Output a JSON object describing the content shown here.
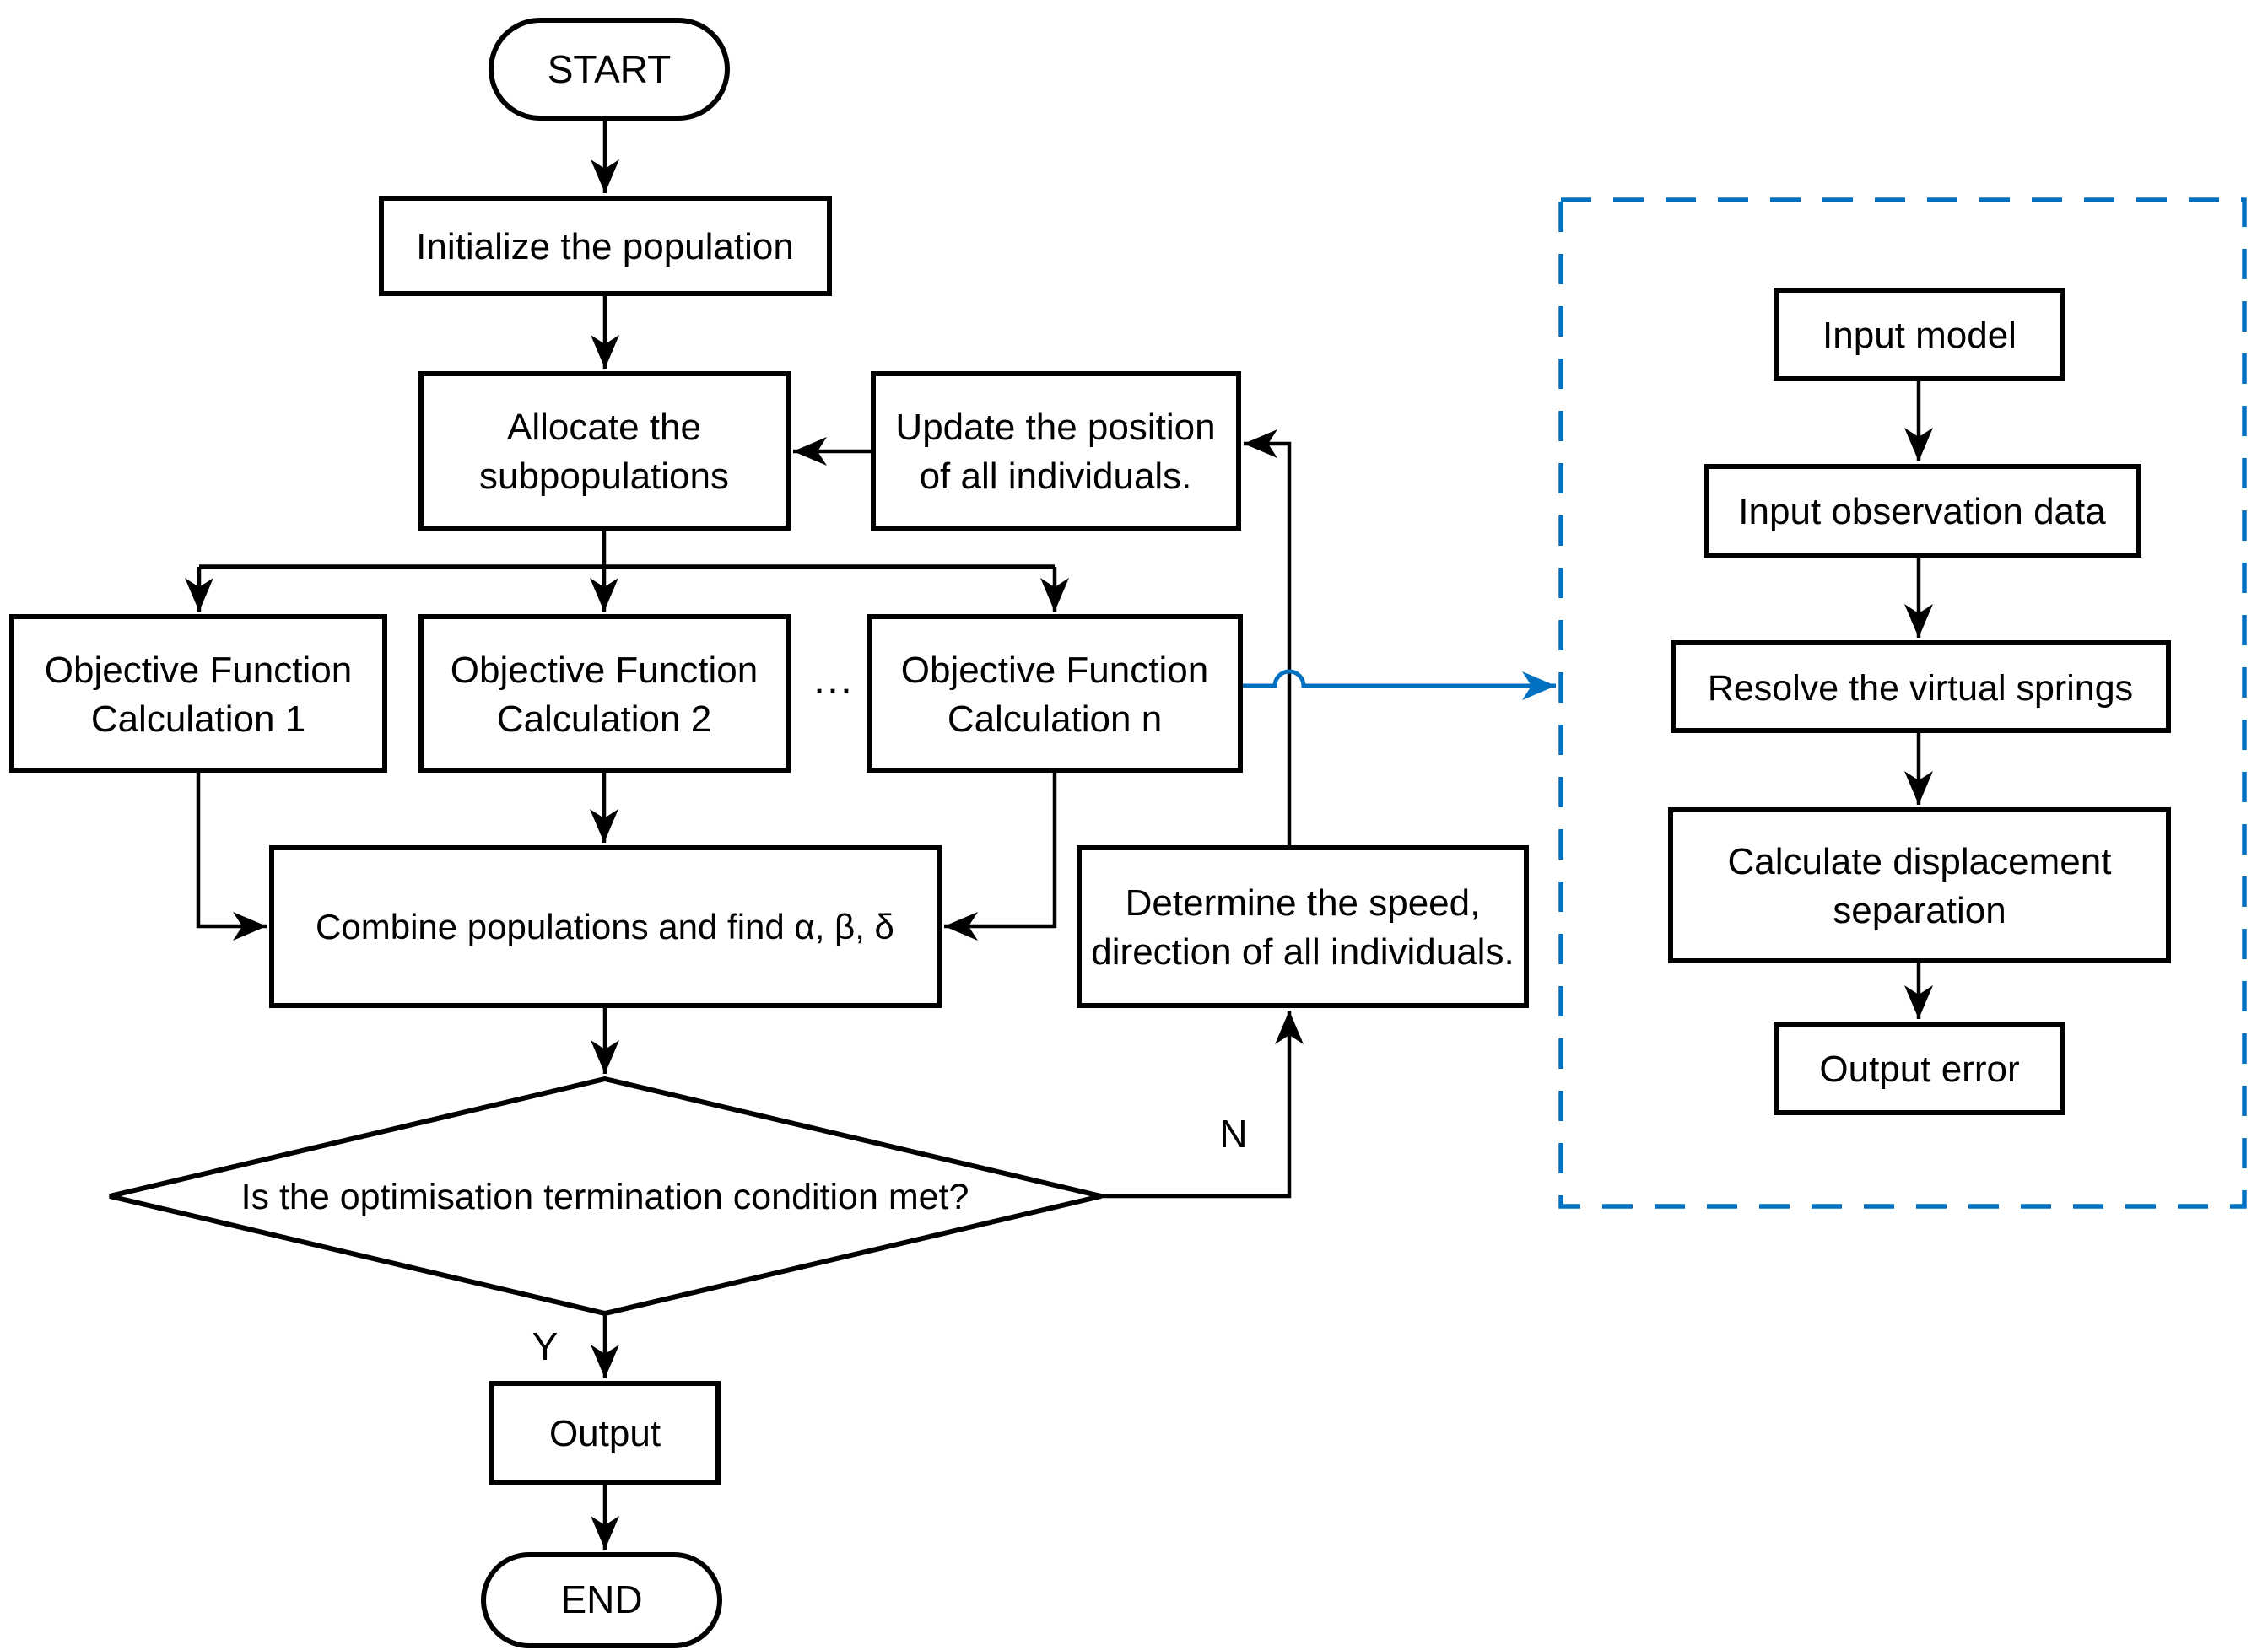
{
  "colors": {
    "line": "#000000",
    "accent": "#0070C0",
    "background": "#FFFFFF"
  },
  "flowchart": {
    "start": "START",
    "initialize": "Initialize the population",
    "allocate": {
      "line1": "Allocate the",
      "line2": "subpopulations"
    },
    "update": {
      "line1": "Update the position",
      "line2": "of all individuals."
    },
    "objective1": {
      "line1": "Objective Function",
      "line2": "Calculation 1"
    },
    "objective2": {
      "line1": "Objective Function",
      "line2": "Calculation 2"
    },
    "ellipsis": "...",
    "objectiveN": {
      "line1": "Objective Function",
      "line2": "Calculation n"
    },
    "combine": "Combine populations and find α, β, δ",
    "determine": {
      "line1": "Determine the speed,",
      "line2": "direction of all individuals."
    },
    "decision": "Is the optimisation termination condition met?",
    "branch_no": "N",
    "branch_yes": "Y",
    "output": "Output",
    "end": "END"
  },
  "subroutine": {
    "input_model": "Input model",
    "input_observation": "Input observation data",
    "resolve_springs": "Resolve the virtual springs",
    "calc_displacement": {
      "line1": "Calculate displacement",
      "line2": "separation"
    },
    "output_error": "Output error"
  }
}
